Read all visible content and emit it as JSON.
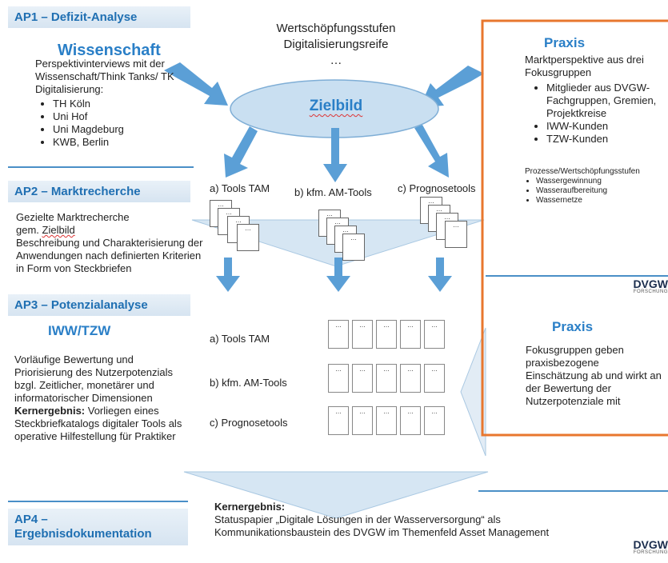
{
  "ap1": {
    "label": "AP1 – Defizit-Analyse"
  },
  "wissenschaft": {
    "title": "Wissenschaft",
    "intro": "Perspektivinterviews mit der Wissenschaft/Think Tanks/ TK Digitalisierung:",
    "items": [
      "TH Köln",
      "Uni Hof",
      "Uni Magdeburg",
      "KWB, Berlin"
    ]
  },
  "top_center": {
    "line1": "Wertschöpfungsstufen",
    "line2": "Digitalisierungsreife",
    "line3": "…"
  },
  "zielbild": "Zielbild",
  "praxis1": {
    "title": "Praxis",
    "intro": "Marktperspektive aus drei Fokusgruppen",
    "items": [
      "Mitglieder aus DVGW-Fachgruppen, Gremien, Projektkreise",
      "IWW-Kunden",
      "TZW-Kunden"
    ],
    "sub_heading": "Prozesse/Wertschöpfungsstufen",
    "sub_items": [
      "Wassergewinnung",
      "Wasseraufbereitung",
      "Wassernetze"
    ]
  },
  "ap2": {
    "label": "AP2 – Marktrecherche"
  },
  "tools_top": [
    "a) Tools TAM",
    "b) kfm. AM-Tools",
    "c) Prognosetools"
  ],
  "marktrecherche_text": {
    "line1": "Gezielte Marktrecherche",
    "line2_prefix": "gem. ",
    "line2_word": "Zielbild",
    "rest": "Beschreibung und Charakterisierung der Anwendungen nach definierten Kriterien in Form von Steckbriefen"
  },
  "ap3": {
    "label": "AP3 – Potenzialanalyse"
  },
  "iww": {
    "title": "IWW/TZW",
    "text": "Vorläufige Bewertung und Priorisierung des Nutzerpotenzials bzgl. Zeitlicher, monetärer und informatorischer Dimensionen",
    "kern_label": "Kernergebnis:",
    "kern_text": " Vorliegen eines Steckbriefkatalogs digitaler Tools als operative Hilfestellung für Praktiker"
  },
  "tools_mid": [
    "a) Tools TAM",
    "b) kfm. AM-Tools",
    "c) Prognosetools"
  ],
  "doc_glyph": "…",
  "praxis2": {
    "title": "Praxis",
    "text": "Fokusgruppen geben praxisbezogene Einschätzung ab und wirkt an der Bewertung der Nutzerpotenziale mit"
  },
  "logo": {
    "name": "DVGW",
    "sub": "FORSCHUNG"
  },
  "ap4": {
    "label_line1": "AP4 –",
    "label_line2": "Ergebnisdokumentation"
  },
  "kernergebnis": {
    "label": "Kernergebnis:",
    "text": "Statuspapier „Digitale Lösungen in der Wasserversorgung“ als Kommunikationsbaustein des DVGW im Themenfeld Asset Management"
  },
  "colors": {
    "blue": "#2a7fc7",
    "arrow": "#5b9fd6",
    "orange": "#e8772e",
    "ellipse": "#c9dff1"
  }
}
